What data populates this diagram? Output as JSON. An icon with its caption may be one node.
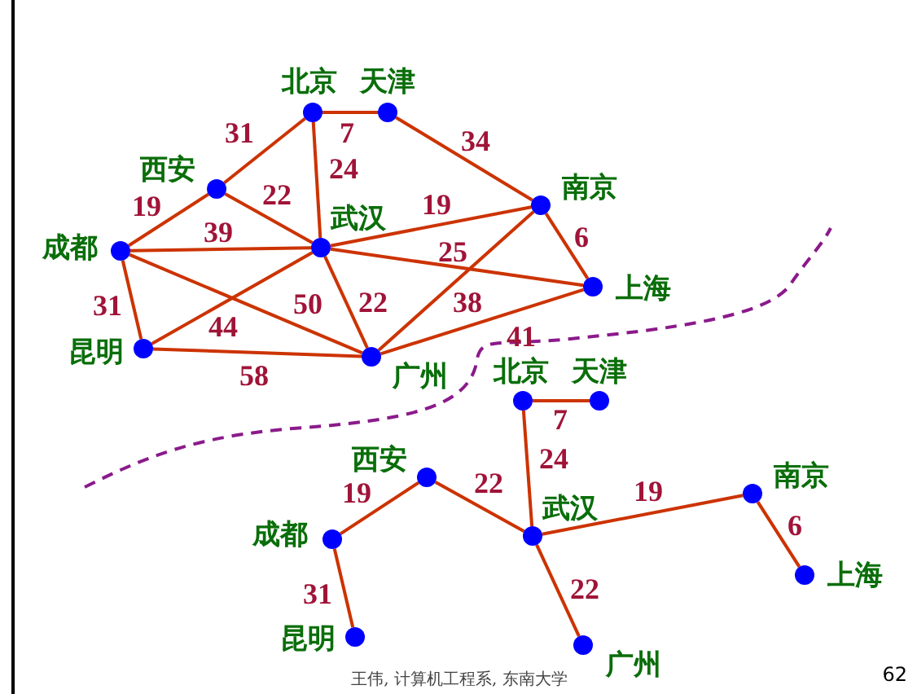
{
  "diagram": {
    "nodes": [
      {
        "text": [],
        "shape": "circle",
        "beside": [
          "北京"
        ]
      },
      {
        "text": [],
        "shape": "circle",
        "beside": [
          "天津"
        ]
      },
      {
        "text": [],
        "shape": "circle",
        "beside": [
          "西安"
        ]
      },
      {
        "text": [],
        "shape": "circle",
        "beside": [
          "南京"
        ]
      },
      {
        "text": [],
        "shape": "circle",
        "beside": [
          "成都"
        ]
      },
      {
        "text": [],
        "shape": "circle",
        "beside": [
          "武汉"
        ]
      },
      {
        "text": [],
        "shape": "circle",
        "beside": [
          "上海"
        ]
      },
      {
        "text": [],
        "shape": "circle",
        "beside": [
          "昆明"
        ]
      },
      {
        "text": [],
        "shape": "circle",
        "beside": [
          "广州"
        ]
      },
      {
        "text": [],
        "shape": "circle",
        "beside": [
          "北京"
        ]
      },
      {
        "text": [],
        "shape": "circle",
        "beside": [
          "天津"
        ]
      },
      {
        "text": [],
        "shape": "circle",
        "beside": [
          "西安"
        ]
      },
      {
        "text": [],
        "shape": "circle",
        "beside": [
          "南京"
        ]
      },
      {
        "text": [],
        "shape": "circle",
        "beside": [
          "成都"
        ]
      },
      {
        "text": [],
        "shape": "circle",
        "beside": [
          "武汉"
        ]
      },
      {
        "text": [],
        "shape": "circle",
        "beside": [
          "上海"
        ]
      },
      {
        "text": [],
        "shape": "circle",
        "beside": [
          "昆明"
        ]
      },
      {
        "text": [],
        "shape": "circle",
        "beside": [
          "广州"
        ]
      }
    ],
    "edges": [
      {
        "from": 0,
        "to": 1,
        "arrow": "none",
        "label": "7"
      },
      {
        "from": 0,
        "to": 2,
        "arrow": "none",
        "label": "31"
      },
      {
        "from": 0,
        "to": 5,
        "arrow": "none",
        "label": "24"
      },
      {
        "from": 1,
        "to": 3,
        "arrow": "none",
        "label": "34"
      },
      {
        "from": 2,
        "to": 4,
        "arrow": "none",
        "label": "19"
      },
      {
        "from": 2,
        "to": 5,
        "arrow": "none",
        "label": "22"
      },
      {
        "from": 4,
        "to": 5,
        "arrow": "none",
        "label": "39"
      },
      {
        "from": 4,
        "to": 7,
        "arrow": "none",
        "label": "31"
      },
      {
        "from": 4,
        "to": 8,
        "arrow": "none",
        "label": "50"
      },
      {
        "from": 7,
        "to": 5,
        "arrow": "none",
        "label": "44"
      },
      {
        "from": 7,
        "to": 8,
        "arrow": "none",
        "label": "58"
      },
      {
        "from": 5,
        "to": 3,
        "arrow": "none",
        "label": "19"
      },
      {
        "from": 5,
        "to": 6,
        "arrow": "none",
        "label": "25"
      },
      {
        "from": 5,
        "to": 8,
        "arrow": "none",
        "label": "22"
      },
      {
        "from": 3,
        "to": 6,
        "arrow": "none",
        "label": "6"
      },
      {
        "from": 3,
        "to": 8,
        "arrow": "none",
        "label": "38"
      },
      {
        "from": 8,
        "to": 6,
        "arrow": "none",
        "label": "41"
      },
      {
        "from": 9,
        "to": 10,
        "arrow": "none",
        "label": "7"
      },
      {
        "from": 9,
        "to": 14,
        "arrow": "none",
        "label": "24"
      },
      {
        "from": 11,
        "to": 13,
        "arrow": "none",
        "label": "19"
      },
      {
        "from": 11,
        "to": 14,
        "arrow": "none",
        "label": "22"
      },
      {
        "from": 14,
        "to": 12,
        "arrow": "none",
        "label": "19"
      },
      {
        "from": 13,
        "to": 16,
        "arrow": "none",
        "label": "31"
      },
      {
        "from": 12,
        "to": 15,
        "arrow": "none",
        "label": "6"
      },
      {
        "from": 14,
        "to": 17,
        "arrow": "none",
        "label": "22"
      }
    ],
    "labels": [
      "王伟, 计算机工程系, 东南大学",
      "62"
    ]
  }
}
